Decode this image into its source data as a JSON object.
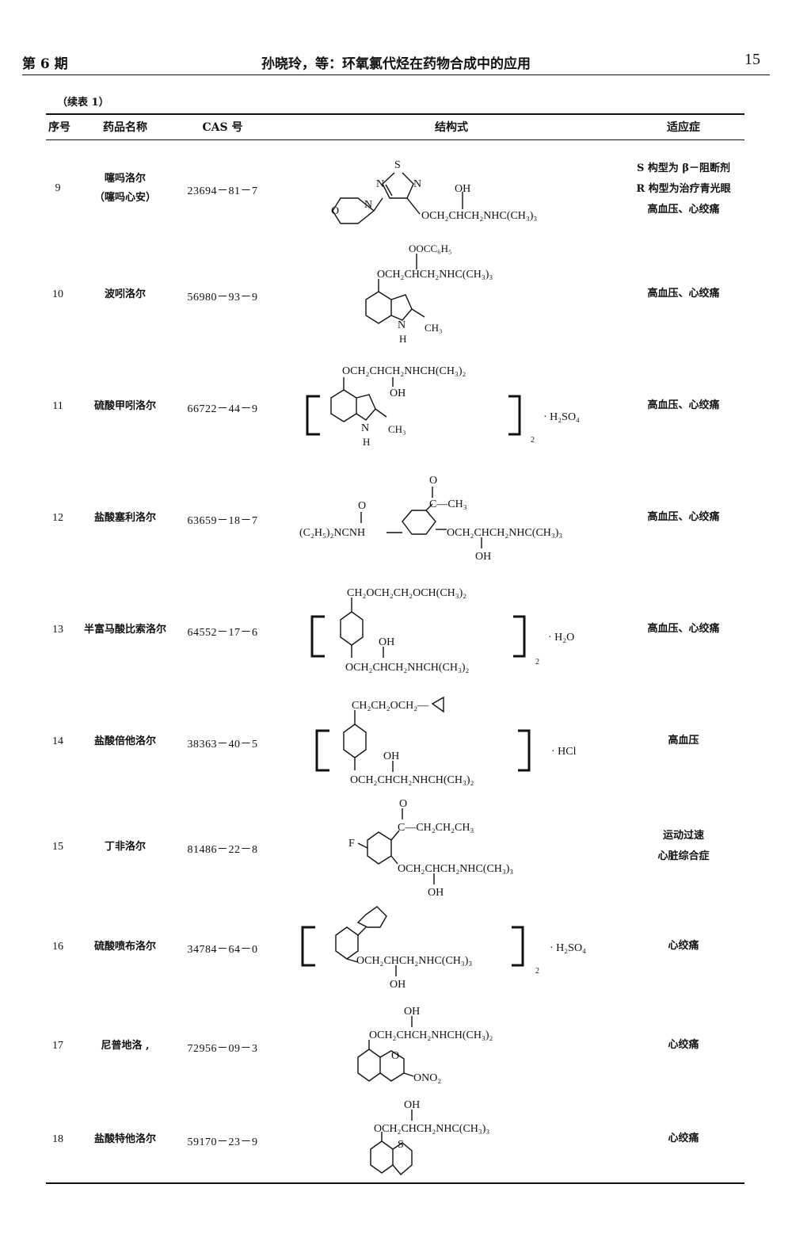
{
  "header": {
    "issue": "第 6 期",
    "title": "孙晓玲，等：环氧氯代烃在药物合成中的应用",
    "page": "15"
  },
  "continued_label": "（续表 1）",
  "columns": [
    "序号",
    "药品名称",
    "CAS 号",
    "结构式",
    "适应症"
  ],
  "rows": [
    {
      "no": "9",
      "name": [
        "噻吗洛尔",
        "（噻吗心安）"
      ],
      "cas": "23694－81－7",
      "indication": [
        "S 构型为 β－阻断剂",
        "R 构型为治疗青光眼",
        "高血压、心绞痛"
      ],
      "labels": {
        "s": "S",
        "n1": "N",
        "n2": "N",
        "n3": "N",
        "o": "O",
        "oh": "OH",
        "chain": "OCH₂CHCH₂NHC(CH₃)₃"
      }
    },
    {
      "no": "10",
      "name": [
        "波吲洛尔"
      ],
      "cas": "56980－93－9",
      "indication": [
        "高血压、心绞痛"
      ],
      "labels": {
        "ester": "OOCC₆H₅",
        "chain": "OCH₂CHCH₂NHC(CH₃)₃",
        "n": "N",
        "h": "H",
        "me": "CH₃"
      }
    },
    {
      "no": "11",
      "name": [
        "硫酸甲吲洛尔"
      ],
      "cas": "66722－44－9",
      "indication": [
        "高血压、心绞痛"
      ],
      "labels": {
        "chain": "OCH₂CHCH₂NHCH(CH₃)₂",
        "oh": "OH",
        "n": "N",
        "h": "H",
        "me": "CH₃",
        "sub": "2",
        "salt": "· H₂SO₄"
      }
    },
    {
      "no": "12",
      "name": [
        "盐酸塞利洛尔"
      ],
      "cas": "63659－18－7",
      "indication": [
        "高血压、心绞痛"
      ],
      "labels": {
        "o_top": "O",
        "acetyl": "C—CH₃",
        "o_urea": "O",
        "urea": "(C₂H₅)₂NCNH",
        "chain": "OCH₂CHCH₂NHC(CH₃)₃",
        "oh": "OH"
      }
    },
    {
      "no": "13",
      "name": [
        "半富马酸比索洛尔"
      ],
      "cas": "64552－17－6",
      "indication": [
        "高血压、心绞痛"
      ],
      "labels": {
        "top": "CH₂OCH₂CH₂OCH(CH₃)₂",
        "oh": "OH",
        "chain": "OCH₂CHCH₂NHCH(CH₃)₂",
        "sub": "2",
        "salt": "· H₂O"
      }
    },
    {
      "no": "14",
      "name": [
        "盐酸倍他洛尔"
      ],
      "cas": "38363－40－5",
      "indication": [
        "高血压"
      ],
      "labels": {
        "top": "CH₂CH₂OCH₂—",
        "oh": "OH",
        "chain": "OCH₂CHCH₂NHCH(CH₃)₂",
        "salt": "· HCl"
      }
    },
    {
      "no": "15",
      "name": [
        "丁非洛尔"
      ],
      "cas": "81486－22－8",
      "indication": [
        "运动过速",
        "心脏综合症"
      ],
      "labels": {
        "o_top": "O",
        "acyl": "C—CH₂CH₂CH₃",
        "f": "F",
        "chain": "OCH₂CHCH₂NHC(CH₃)₃",
        "oh": "OH"
      }
    },
    {
      "no": "16",
      "name": [
        "硫酸喷布洛尔"
      ],
      "cas": "34784－64－0",
      "indication": [
        "心绞痛"
      ],
      "labels": {
        "chain": "OCH₂CHCH₂NHC(CH₃)₃",
        "oh": "OH",
        "sub": "2",
        "salt": "· H₂SO₄"
      }
    },
    {
      "no": "17",
      "name": [
        "尼普地洛 ,"
      ],
      "cas": "72956－09－3",
      "indication": [
        "心绞痛"
      ],
      "labels": {
        "oh": "OH",
        "chain": "OCH₂CHCH₂NHCH(CH₃)₂",
        "o": "O",
        "ono2": "ONO₂"
      }
    },
    {
      "no": "18",
      "name": [
        "盐酸特他洛尔"
      ],
      "cas": "59170－23－9",
      "indication": [
        "心绞痛"
      ],
      "labels": {
        "oh": "OH",
        "chain": "OCH₂CHCH₂NHC(CH₃)₃",
        "s": "S"
      }
    }
  ]
}
